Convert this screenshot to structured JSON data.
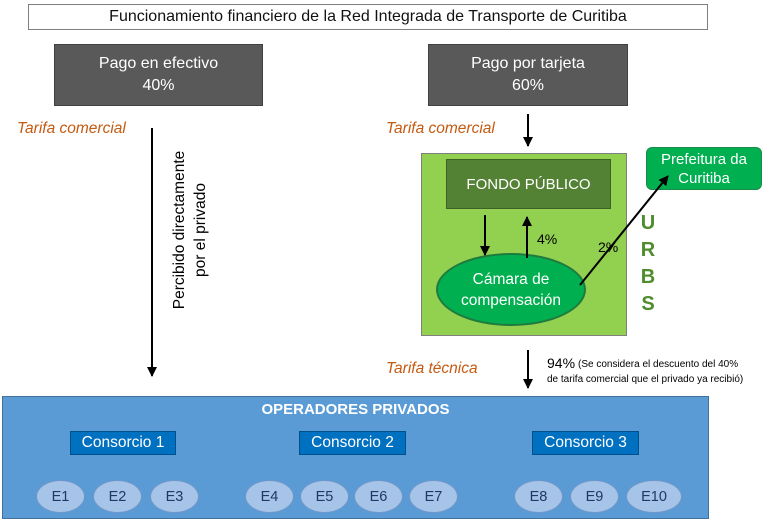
{
  "title": "Funcionamiento financiero de la Red Integrada de Transporte de Curitiba",
  "cash": {
    "label": "Pago en efectivo",
    "pct": "40%"
  },
  "card": {
    "label": "Pago por tarjeta",
    "pct": "60%"
  },
  "tarifa_comercial": "Tarifa comercial",
  "tarifa_tecnica": "Tarifa técnica",
  "percibido": [
    "Percibido directamente",
    "por el privado"
  ],
  "fondo": "FONDO PÚBLICO",
  "camara": [
    "Cámara de",
    "compensación"
  ],
  "prefeitura": [
    "Prefeitura da",
    "Curitiba"
  ],
  "urbs": [
    "U",
    "R",
    "B",
    "S"
  ],
  "pct_4": "4%",
  "pct_2": "2%",
  "pct_94": "94%",
  "note_94": [
    "(Se considera el descuento del 40%",
    "de tarifa comercial que el privado ya recibió)"
  ],
  "operators": {
    "title": "OPERADORES PRIVADOS",
    "consorcios": [
      {
        "label": "Consorcio 1",
        "empresas": [
          "E1",
          "E2",
          "E3"
        ]
      },
      {
        "label": "Consorcio 2",
        "empresas": [
          "E4",
          "E5",
          "E6",
          "E7"
        ]
      },
      {
        "label": "Consorcio 3",
        "empresas": [
          "E8",
          "E9",
          "E10"
        ]
      }
    ]
  }
}
